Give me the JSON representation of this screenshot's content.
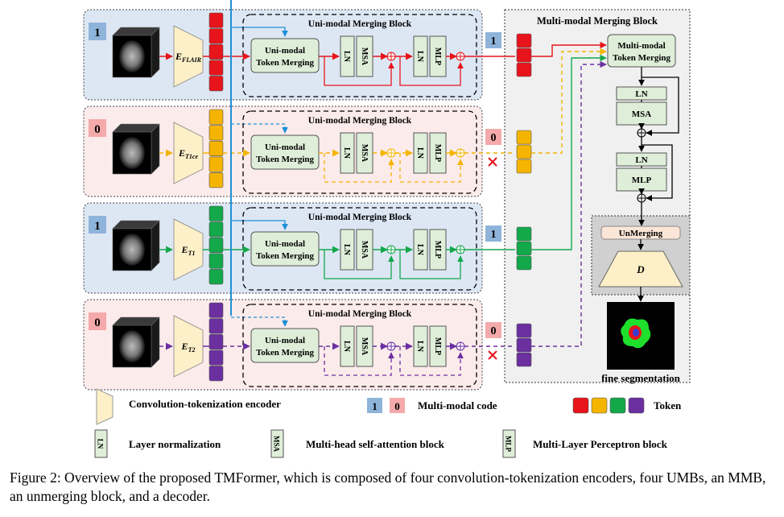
{
  "umb_title": "Uni-modal Merging Block",
  "mmb_title": "Multi-modal Merging Block",
  "token_merging_line1": "Uni-modal",
  "token_merging_line2": "Token Merging",
  "mm_token_merging_line1": "Multi-modal",
  "mm_token_merging_line2": "Token Merging",
  "ln": "LN",
  "msa": "MSA",
  "mlp": "MLP",
  "unmerging": "UnMerging",
  "decoder": "D",
  "fine_segmentation": "fine segmentation",
  "rows": [
    {
      "code": "1",
      "enc_base": "E",
      "enc_sub": "FLAIR",
      "color": "#e8141b",
      "bg": "#dde7f4",
      "code_bg": "#8fb4da",
      "active": true
    },
    {
      "code": "0",
      "enc_base": "E",
      "enc_sub": "T1ce",
      "color": "#f4b400",
      "bg": "#fcebeb",
      "code_bg": "#f4aaaa",
      "active": false
    },
    {
      "code": "1",
      "enc_base": "E",
      "enc_sub": "T1",
      "color": "#13a84a",
      "bg": "#dde7f4",
      "code_bg": "#8fb4da",
      "active": true
    },
    {
      "code": "0",
      "enc_base": "E",
      "enc_sub": "T2",
      "color": "#6b2fa0",
      "bg": "#fcebeb",
      "code_bg": "#f4aaaa",
      "active": false
    }
  ],
  "legend": {
    "encoder": "Convolution-tokenization encoder",
    "code_1": "1",
    "code_0": "0",
    "mm_code": "Multi-modal code",
    "token": "Token",
    "ln_text": "Layer normalization",
    "msa_text": "Multi-head self-attention block",
    "mlp_text": "Multi-Layer Perceptron block"
  },
  "token_colors": [
    "#e8141b",
    "#f4b400",
    "#13a84a",
    "#6b2fa0"
  ],
  "caption": "Figure 2: Overview of the proposed TMFormer, which is composed of four convolution-tokenization encoders, four UMBs, an MMB, an unmerging block, and a decoder."
}
